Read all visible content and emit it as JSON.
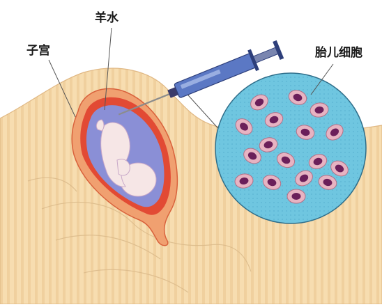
{
  "labels": {
    "amniotic_fluid": "羊水",
    "uterus": "子宫",
    "fetal_cells": "胎儿细胞"
  },
  "colors": {
    "background": "#ffffff",
    "body_skin": "#f7ddb0",
    "body_stripe": "#efcf9c",
    "uterus_wall": "#e8553a",
    "uterus_outer": "#f0a070",
    "amniotic_fluid": "#8a8fd6",
    "fetus": "#f6e6e6",
    "syringe_barrel": "#5b78c4",
    "magnified_circle": "#6fc6e0",
    "cell_outer": "#e7b3c2",
    "cell_nucleus": "#6b1f5a",
    "label_text": "#1a1a1a"
  },
  "icons": {
    "syringe": "syringe-icon",
    "cell": "fetal-cell-icon"
  }
}
